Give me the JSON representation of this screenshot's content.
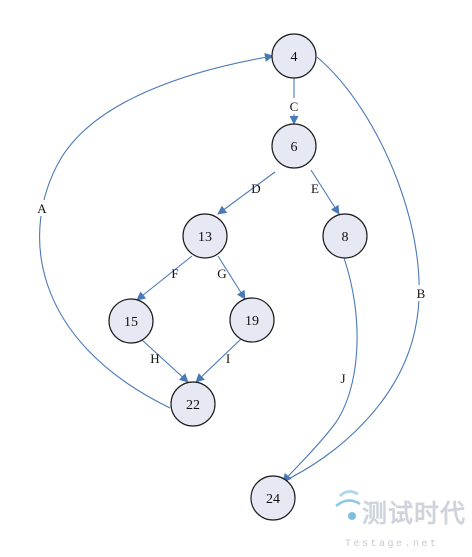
{
  "diagram": {
    "nodes": [
      {
        "id": "n4",
        "label": "4"
      },
      {
        "id": "n6",
        "label": "6"
      },
      {
        "id": "n13",
        "label": "13"
      },
      {
        "id": "n8",
        "label": "8"
      },
      {
        "id": "n15",
        "label": "15"
      },
      {
        "id": "n19",
        "label": "19"
      },
      {
        "id": "n22",
        "label": "22"
      },
      {
        "id": "n24",
        "label": "24"
      }
    ],
    "edges": [
      {
        "label": "A",
        "from": "22",
        "to": "4"
      },
      {
        "label": "B",
        "from": "4",
        "to": "24"
      },
      {
        "label": "C",
        "from": "4",
        "to": "6"
      },
      {
        "label": "D",
        "from": "6",
        "to": "13"
      },
      {
        "label": "E",
        "from": "6",
        "to": "8"
      },
      {
        "label": "F",
        "from": "13",
        "to": "15"
      },
      {
        "label": "G",
        "from": "13",
        "to": "19"
      },
      {
        "label": "H",
        "from": "15",
        "to": "22"
      },
      {
        "label": "I",
        "from": "19",
        "to": "22"
      },
      {
        "label": "J",
        "from": "8",
        "to": "24"
      }
    ],
    "colors": {
      "edge": "#4a79b8",
      "node_fill": "#e6e9f4",
      "node_stroke": "#1c1c1c"
    }
  },
  "watermark": {
    "chinese": "测试时代",
    "english": "Testage.net"
  }
}
